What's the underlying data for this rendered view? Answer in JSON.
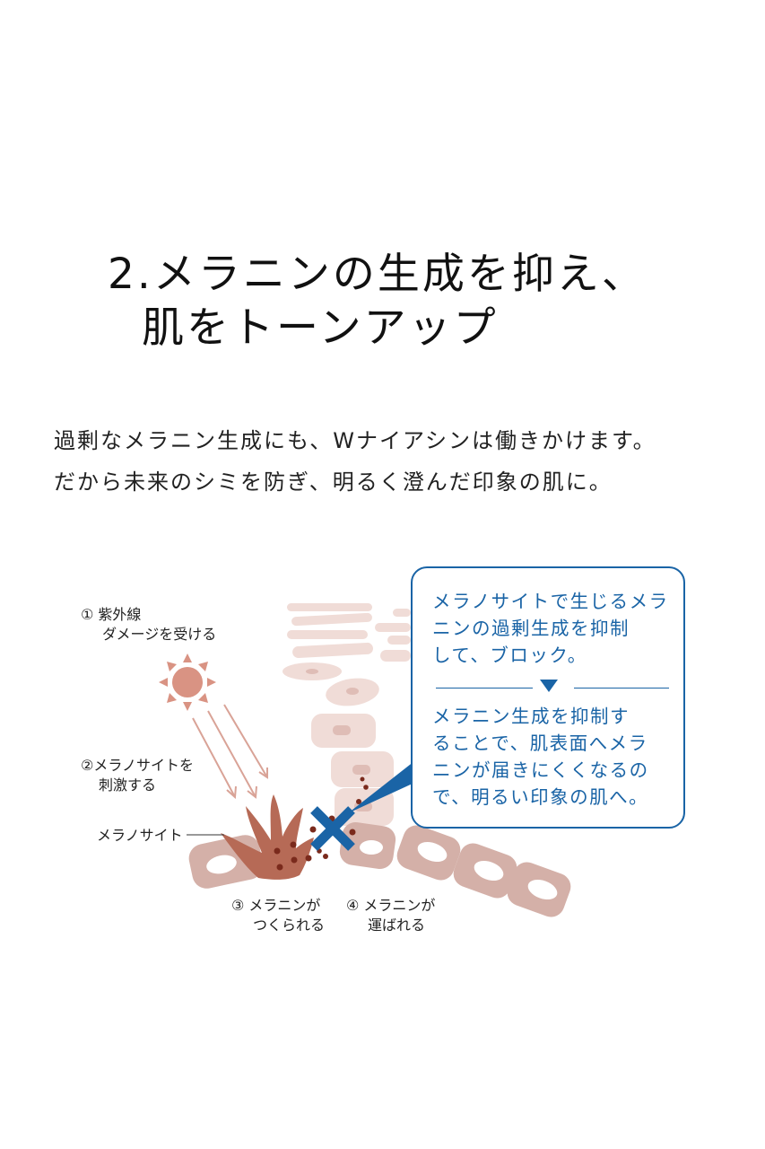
{
  "heading": {
    "line1": "2.メラニンの生成を抑え、",
    "line2": "肌をトーンアップ"
  },
  "lead": {
    "line1": "過剰なメラニン生成にも、Wナイアシンは働きかけます。",
    "line2": "だから未来のシミを防ぎ、明るく澄んだ印象の肌に。"
  },
  "diagram": {
    "step1": {
      "line1": "① 紫外線",
      "line2": "ダメージを受ける"
    },
    "step2": {
      "line1": "②メラノサイトを",
      "line2": "刺激する"
    },
    "melanocyte_label": "メラノサイト",
    "step3": {
      "line1": "③ メラニンが",
      "line2": "つくられる"
    },
    "step4": {
      "line1": "④ メラニンが",
      "line2": "運ばれる"
    },
    "icons": [
      "sun-icon",
      "uv-ray-arrows",
      "melanocyte-cell",
      "block-x-icon",
      "skin-cell-layers"
    ],
    "colors": {
      "accent_blue": "#1a64a6",
      "cell_light": "#efdcd8",
      "cell_mid": "#d9b8b1",
      "melanocyte": "#b66a56",
      "melanin": "#7a2a1c",
      "sun": "#d99383"
    }
  },
  "callout": {
    "text1": "メラノサイトで生じるメラ\nニンの過剰生成を抑制\nして、ブロック。",
    "text2": "メラニン生成を抑制す\nることで、肌表面へメラ\nニンが届きにくくなるの\nで、明るい印象の肌へ。"
  }
}
